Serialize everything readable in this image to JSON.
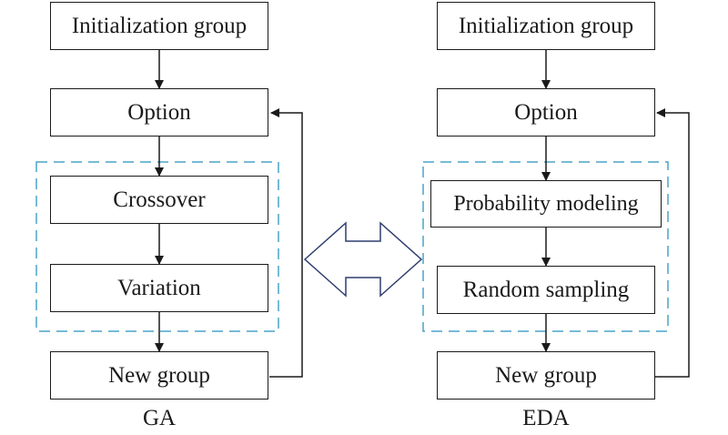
{
  "ga": {
    "init": "Initialization group",
    "option": "Option",
    "crossover": "Crossover",
    "variation": "Variation",
    "new_group": "New group",
    "caption": "GA"
  },
  "eda": {
    "init": "Initialization group",
    "option": "Option",
    "modeling": "Probability modeling",
    "sampling": "Random sampling",
    "new_group": "New group",
    "caption": "EDA"
  },
  "colors": {
    "line": "#1a1a1a",
    "dash": "#4aa3c8",
    "double_arrow": "#2e3f6e"
  }
}
